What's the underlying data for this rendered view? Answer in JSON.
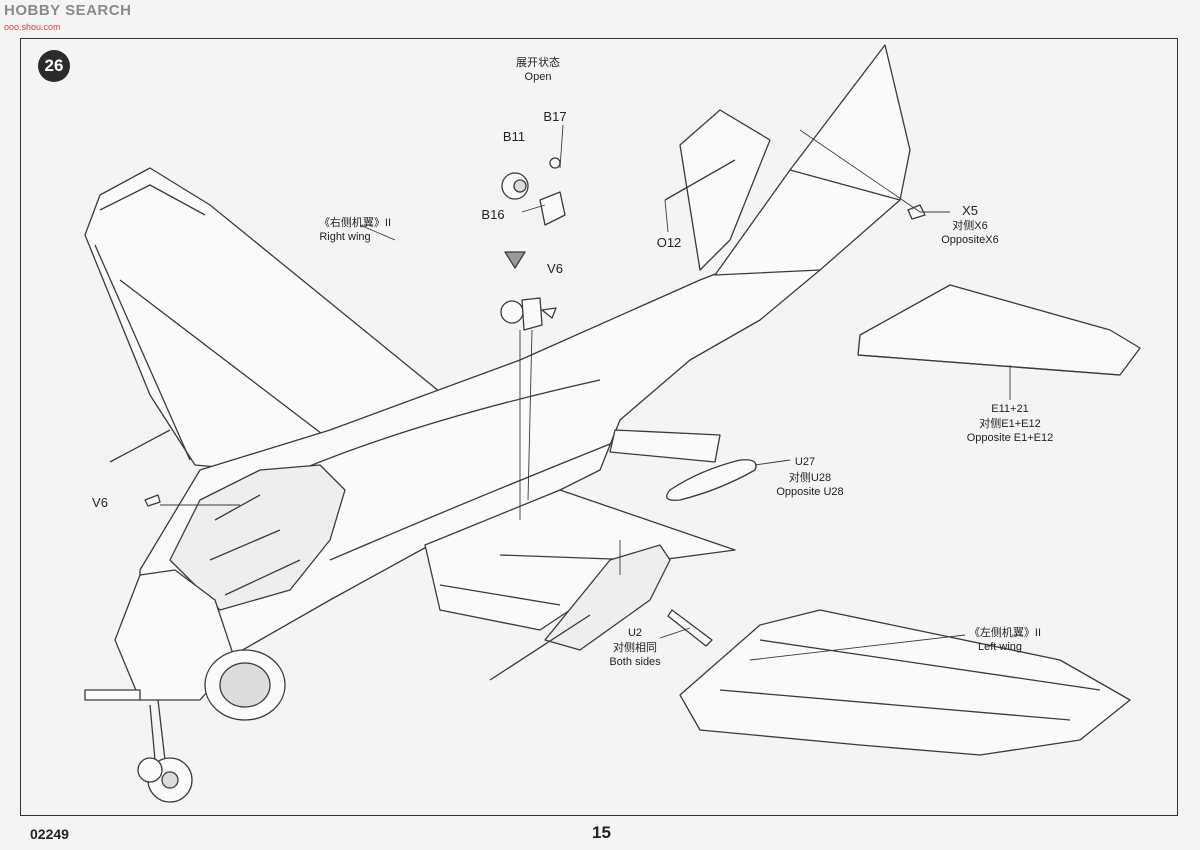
{
  "watermark": {
    "brand": "HOBBY SEARCH",
    "site": "ooo.shou.com"
  },
  "step": "26",
  "labels": {
    "open_cn": "展开状态",
    "open_en": "Open",
    "b17": "B17",
    "b11": "B11",
    "b16": "B16",
    "o12": "O12",
    "x5": "X5",
    "x5_opp_cn": "对侧X6",
    "x5_opp_en": "OppositeX6",
    "right_wing_cn": "《右侧机翼》II",
    "right_wing_en": "Right wing",
    "v6_top": "V6",
    "v6_left": "V6",
    "e11": "E11+21",
    "e11_opp_cn": "对侧E1+E12",
    "e11_opp_en": "Opposite E1+E12",
    "u27": "U27",
    "u27_opp_cn": "对侧U28",
    "u27_opp_en": "Opposite U28",
    "u2": "U2",
    "u2_both_cn": "对侧相同",
    "u2_both_en": "Both sides",
    "left_wing_cn": "《左侧机翼》II",
    "left_wing_en": "Left wing"
  },
  "footer": {
    "code": "02249",
    "page": "15"
  },
  "colors": {
    "line": "#3a3a3a",
    "fill": "#fafaf8",
    "shade": "#dcdcda",
    "badge": "#2b2b2b"
  }
}
